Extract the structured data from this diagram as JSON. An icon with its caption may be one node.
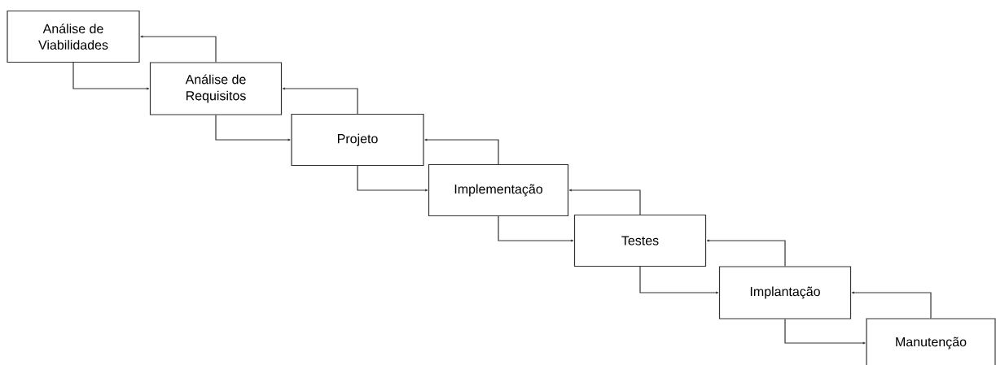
{
  "diagram": {
    "nodes": [
      {
        "text": [
          "Análise de Viabilidades"
        ]
      },
      {
        "text": [
          "Análise de Requisitos"
        ]
      },
      {
        "text": [
          "Projeto"
        ]
      },
      {
        "text": [
          "Implementação"
        ]
      },
      {
        "text": [
          "Testes"
        ]
      },
      {
        "text": [
          "Implantação"
        ]
      },
      {
        "text": [
          "Manutenção"
        ]
      }
    ],
    "edges": [
      {
        "from": 0,
        "to": 1,
        "arrow": "to"
      },
      {
        "from": 1,
        "to": 0,
        "arrow": "to"
      },
      {
        "from": 1,
        "to": 2,
        "arrow": "to"
      },
      {
        "from": 2,
        "to": 1,
        "arrow": "to"
      },
      {
        "from": 2,
        "to": 3,
        "arrow": "to"
      },
      {
        "from": 3,
        "to": 2,
        "arrow": "to"
      },
      {
        "from": 3,
        "to": 4,
        "arrow": "to"
      },
      {
        "from": 4,
        "to": 3,
        "arrow": "to"
      },
      {
        "from": 4,
        "to": 5,
        "arrow": "to"
      },
      {
        "from": 5,
        "to": 4,
        "arrow": "to"
      },
      {
        "from": 5,
        "to": 6,
        "arrow": "to"
      },
      {
        "from": 6,
        "to": 5,
        "arrow": "to"
      }
    ]
  }
}
